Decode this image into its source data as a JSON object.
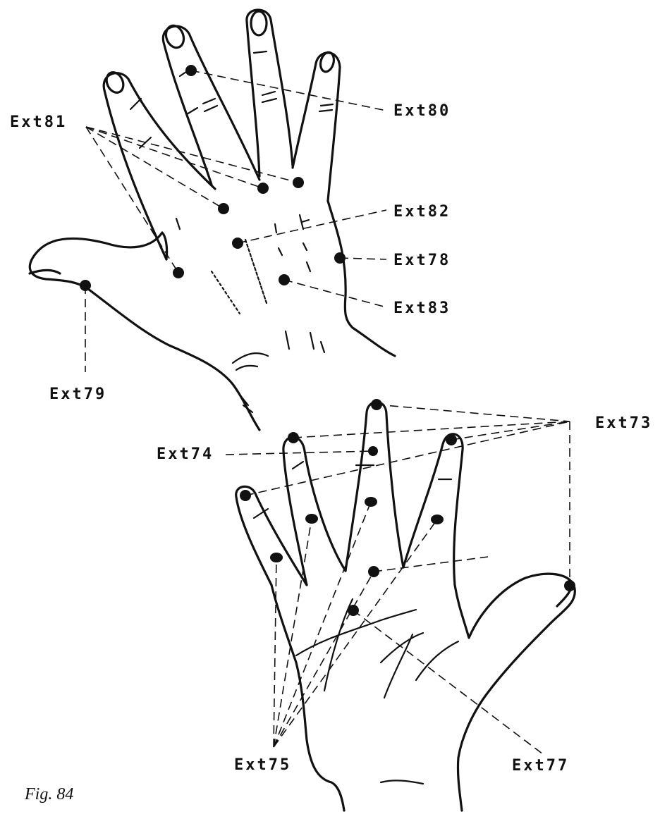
{
  "figure": {
    "caption": "Fig. 84",
    "colors": {
      "ink": "#111111",
      "background": "#ffffff"
    },
    "labels": {
      "ext73": "Ext73",
      "ext74": "Ext74",
      "ext75": "Ext75",
      "ext77": "Ext77",
      "ext78": "Ext78",
      "ext79": "Ext79",
      "ext80": "Ext80",
      "ext81": "Ext81",
      "ext82": "Ext82",
      "ext83": "Ext83"
    }
  }
}
